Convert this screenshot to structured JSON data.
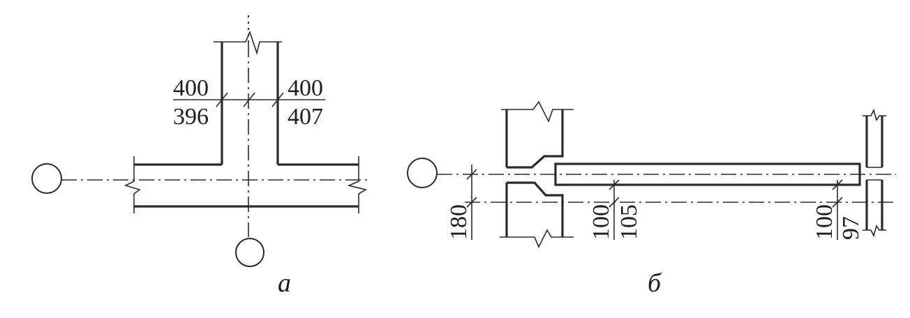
{
  "figure_a": {
    "caption": "а",
    "dim_left_top": "400",
    "dim_left_bottom": "396",
    "dim_right_top": "400",
    "dim_right_bottom": "407"
  },
  "figure_b": {
    "caption": "б",
    "dim_offset": "180",
    "dim_mid_top": "100",
    "dim_mid_bottom": "105",
    "dim_right_top": "100",
    "dim_right_bottom": "97"
  },
  "colors": {
    "ink": "#2a2a2a",
    "paper": "#ffffff"
  }
}
